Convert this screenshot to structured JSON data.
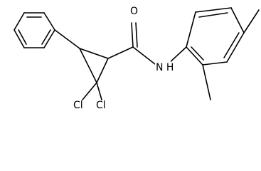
{
  "molecule": {
    "atom_labels": {
      "oxygen": "O",
      "nitrogen_hydrogen": "N H",
      "chlorine_left": "Cl",
      "chlorine_right": "Cl"
    }
  },
  "colors": {
    "bond": "#000000",
    "background": "#ffffff"
  }
}
